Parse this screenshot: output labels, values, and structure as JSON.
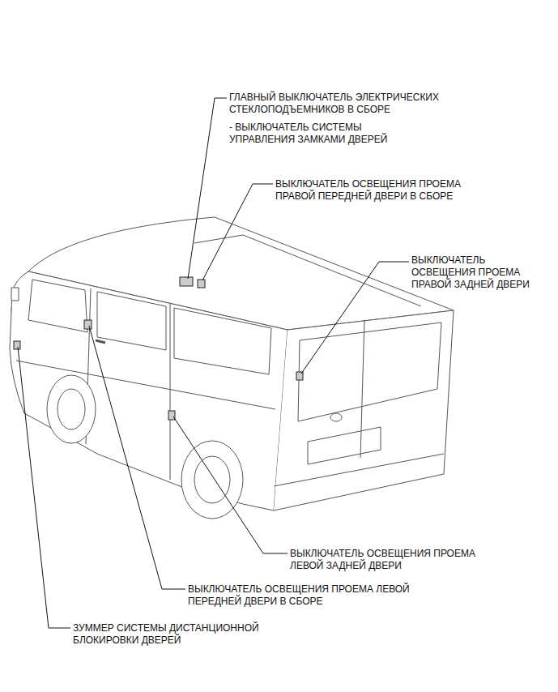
{
  "diagram": {
    "labels": [
      "ГЛАВНЫЙ ВЫКЛЮЧАТЕЛЬ ЭЛЕКТРИЧЕСКИХ СТЕКЛОПОДЪЕМНИКОВ В СБОРЕ",
      "- ВЫКЛЮЧАТЕЛЬ СИСТЕМЫ УПРАВЛЕНИЯ ЗАМКАМИ ДВЕРЕЙ",
      "ВЫКЛЮЧАТЕЛЬ ОСВЕЩЕНИЯ ПРОЕМА ПРАВОЙ ПЕРЕДНЕЙ ДВЕРИ В СБОРЕ",
      "ВЫКЛЮЧАТЕЛЬ ОСВЕЩЕНИЯ ПРОЕМА ПРАВОЙ ЗАДНЕЙ ДВЕРИ",
      "ВЫКЛЮЧАТЕЛЬ ОСВЕЩЕНИЯ ПРОЕМА ЛЕВОЙ ЗАДНЕЙ ДВЕРИ",
      "ВЫКЛЮЧАТЕЛЬ ОСВЕЩЕНИЯ ПРОЕМА ЛЕВОЙ ПЕРЕДНЕЙ ДВЕРИ В СБОРЕ",
      "ЗУММЕР СИСТЕМЫ ДИСТАНЦИОННОЙ БЛОКИРОВКИ ДВЕРЕЙ"
    ]
  }
}
